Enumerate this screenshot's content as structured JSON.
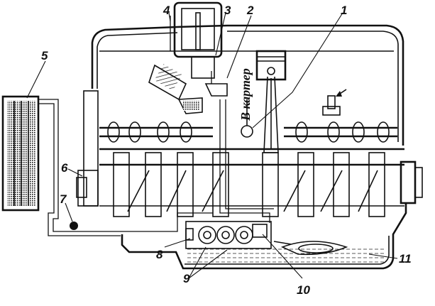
{
  "callouts": {
    "c1": "1",
    "c2": "2",
    "c3": "3",
    "c4": "4",
    "c5": "5",
    "c6": "6",
    "c7": "7",
    "c8": "8",
    "c9": "9",
    "c10": "10",
    "c11": "11"
  },
  "flow_label": "В картер"
}
